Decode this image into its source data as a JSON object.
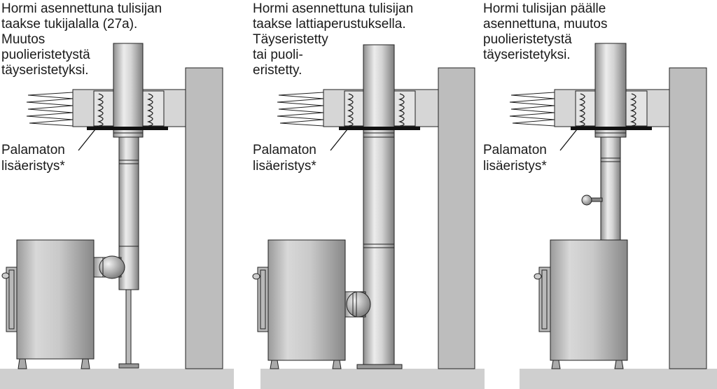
{
  "panels": [
    {
      "caption": "Hormi asennettuna tulisijan\ntaakse tukijalalla (27a).\nMuutos\npuolieristetystä\ntäyseristetyksi.",
      "label": "Palamaton\nlisäeristys*"
    },
    {
      "caption": "Hormi asennettuna tulisijan\ntaakse lattiaperustuksella.\nTäyseristetty\ntai puoli-\neristetty.",
      "label": "Palamaton\nlisäeristys*"
    },
    {
      "caption": "Hormi tulisijan päälle\nasennettuna, muutos\npuolieristetystä\ntäyseristetyksi.",
      "label": "Palamaton\nlisäeristys*"
    }
  ],
  "colors": {
    "metal_light": "#e6e6e6",
    "metal_mid": "#c2c2c2",
    "metal_dark": "#8c8c8c",
    "wall": "#bdbdbd",
    "floor": "#cfcfcf",
    "line": "#111111"
  }
}
